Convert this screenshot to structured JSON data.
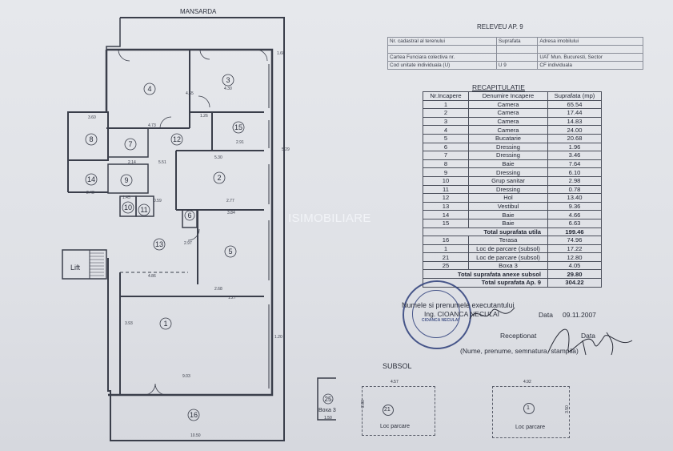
{
  "plan": {
    "mansarda_label": "MANSARDA",
    "lift_label": "Lift",
    "watermark": "ISIMOBILIARE",
    "subsol_label": "SUBSOL",
    "boxa_label": "Boxa 3",
    "boxa_dim": "1.50",
    "room_numbers": [
      "1",
      "2",
      "3",
      "4",
      "5",
      "6",
      "7",
      "8",
      "9",
      "10",
      "11",
      "12",
      "13",
      "14",
      "15",
      "16"
    ],
    "dims": [
      "1.60",
      "4.30",
      "4.65",
      "3.60",
      "1.26",
      "2.91",
      "4.73",
      "2.14",
      "5.51",
      "5.30",
      "2.77",
      "2.48",
      "1.45",
      "0.59",
      "3.84",
      "4.86",
      "2.97",
      "2.68",
      "1.27",
      "9.03",
      "1.20",
      "10.50",
      "3.93",
      "5.29"
    ],
    "parking": [
      {
        "number": "21",
        "label": "Loc parcare",
        "width": "4.57",
        "depth": "2.80"
      },
      {
        "number": "1",
        "label": "Loc parcare",
        "width": "4.92",
        "depth": "3.50"
      }
    ],
    "boxa_number": "25"
  },
  "releveu": {
    "title": "RELEVEU AP. 9",
    "info_rows": [
      [
        "Nr. cadastral al terenului",
        "Suprafata",
        "Adresa imobilului"
      ],
      [
        "Cartea Funciara colectiva nr.",
        "",
        "UAT    Mun. Bucuresti, Sector"
      ],
      [
        "Cod unitate individuala (U)",
        "U 9",
        "CF individuala"
      ]
    ]
  },
  "recap": {
    "title": "RECAPITULATIE",
    "headers": [
      "Nr.Incapere",
      "Denumire Incapere",
      "Suprafata (mp)"
    ],
    "rows": [
      [
        "1",
        "Camera",
        "65.54"
      ],
      [
        "2",
        "Camera",
        "17.44"
      ],
      [
        "3",
        "Camera",
        "14.83"
      ],
      [
        "4",
        "Camera",
        "24.00"
      ],
      [
        "5",
        "Bucatarie",
        "20.68"
      ],
      [
        "6",
        "Dressing",
        "1.96"
      ],
      [
        "7",
        "Dressing",
        "3.46"
      ],
      [
        "8",
        "Baie",
        "7.64"
      ],
      [
        "9",
        "Dressing",
        "6.10"
      ],
      [
        "10",
        "Grup sanitar",
        "2.98"
      ],
      [
        "11",
        "Dressing",
        "0.78"
      ],
      [
        "12",
        "Hol",
        "13.40"
      ],
      [
        "13",
        "Vestibul",
        "9.36"
      ],
      [
        "14",
        "Baie",
        "4.66"
      ],
      [
        "15",
        "Baie",
        "6.63"
      ]
    ],
    "total_utila_label": "Total suprafata utila",
    "total_utila": "199.46",
    "extra_rows": [
      [
        "16",
        "Terasa",
        "74.96"
      ],
      [
        "1",
        "Loc de parcare (subsol)",
        "17.22"
      ],
      [
        "21",
        "Loc de parcare (subsol)",
        "12.80"
      ],
      [
        "25",
        "Boxa 3",
        "4.05"
      ]
    ],
    "total_anexe_label": "Total suprafata anexe subsol",
    "total_anexe": "29.80",
    "total_ap_label": "Total suprafata Ap. 9",
    "total_ap": "304.22"
  },
  "signature": {
    "executant_line": "Numele si prenumele executantului",
    "executant_name": "Ing. CIOANCA NECULAI",
    "data_label": "Data",
    "data_value": "09.11.2007",
    "receptionat": "Receptionat",
    "data2": "Data",
    "instructions": "(Nume, prenume, semnatura, stampila)",
    "stamp_text": "CIOANCA NECULAI"
  }
}
